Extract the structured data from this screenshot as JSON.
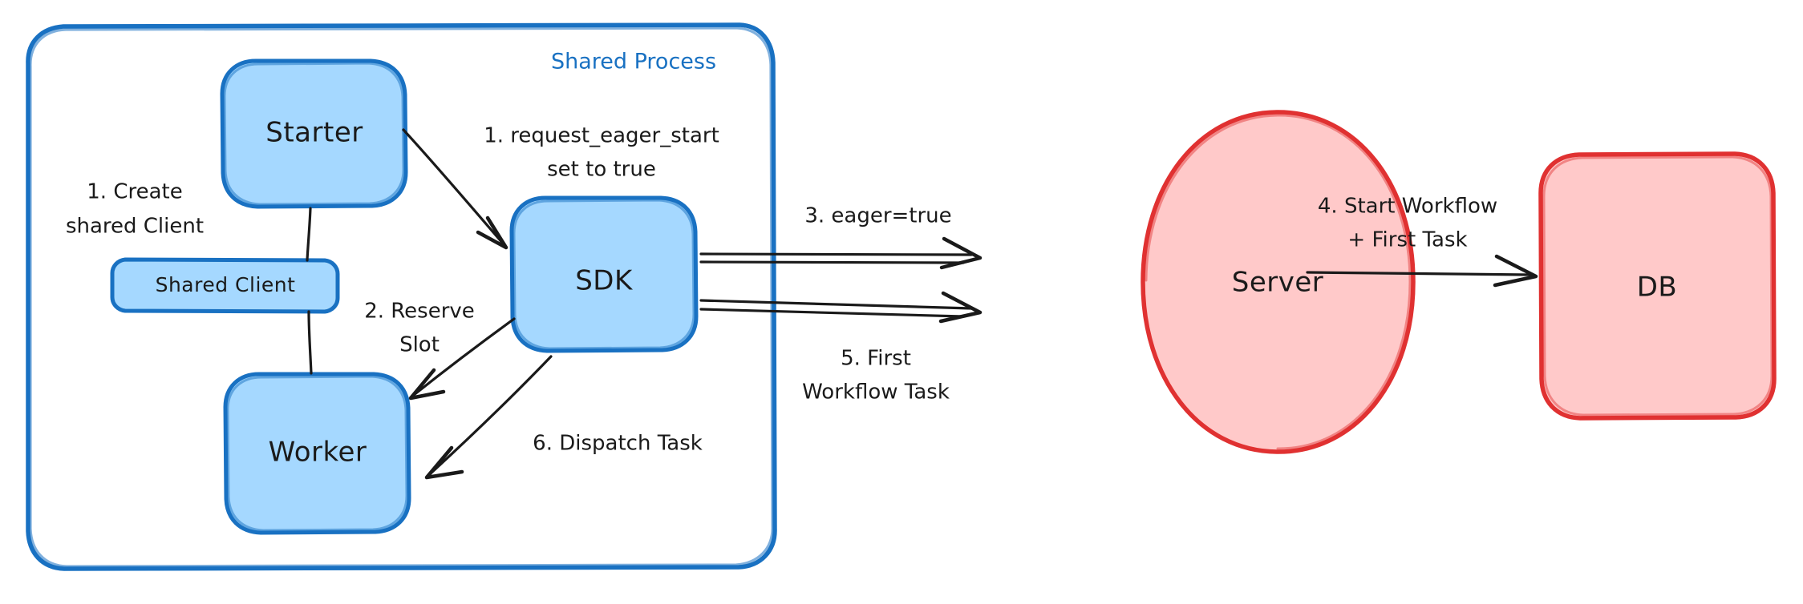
{
  "diagram": {
    "title": "Eager Workflow Start sequence diagram",
    "colors": {
      "blue_fill": "#a5d8ff",
      "blue_stroke": "#1971c2",
      "red_fill": "#ffc9c9",
      "red_stroke": "#e03131",
      "text": "#1a1a1a",
      "background": "#ffffff"
    },
    "groups": [
      {
        "id": "shared-process",
        "label": "Shared Process"
      }
    ],
    "nodes": [
      {
        "id": "starter",
        "label": "Starter",
        "shape": "rounded-rect",
        "color": "blue"
      },
      {
        "id": "shared-client",
        "label": "Shared Client",
        "shape": "rounded-rect",
        "color": "blue"
      },
      {
        "id": "worker",
        "label": "Worker",
        "shape": "rounded-rect",
        "color": "blue"
      },
      {
        "id": "sdk",
        "label": "SDK",
        "shape": "rounded-rect",
        "color": "blue"
      },
      {
        "id": "server",
        "label": "Server",
        "shape": "ellipse",
        "color": "red"
      },
      {
        "id": "db",
        "label": "DB",
        "shape": "rounded-rect",
        "color": "red"
      }
    ],
    "edges": [
      {
        "id": "edge-create-shared-client",
        "label_line1": "1. Create",
        "label_line2": "shared Client",
        "from": "starter",
        "to": "shared-client"
      },
      {
        "id": "edge-request-eager-start",
        "label_line1": "1. request_eager_start",
        "label_line2": "set to true",
        "from": "starter",
        "to": "sdk"
      },
      {
        "id": "edge-reserve-slot",
        "label_line1": "2. Reserve",
        "label_line2": "Slot",
        "from": "sdk",
        "to": "worker"
      },
      {
        "id": "edge-eager-true",
        "label_line1": "3. eager=true",
        "label_line2": "",
        "from": "sdk",
        "to": "server"
      },
      {
        "id": "edge-start-workflow",
        "label_line1": "4. Start Workflow",
        "label_line2": "+ First Task",
        "from": "server",
        "to": "db"
      },
      {
        "id": "edge-first-workflow-task",
        "label_line1": "5. First",
        "label_line2": "Workflow Task",
        "from": "server",
        "to": "sdk"
      },
      {
        "id": "edge-dispatch-task",
        "label_line1": "6. Dispatch Task",
        "label_line2": "",
        "from": "sdk",
        "to": "worker"
      }
    ]
  }
}
